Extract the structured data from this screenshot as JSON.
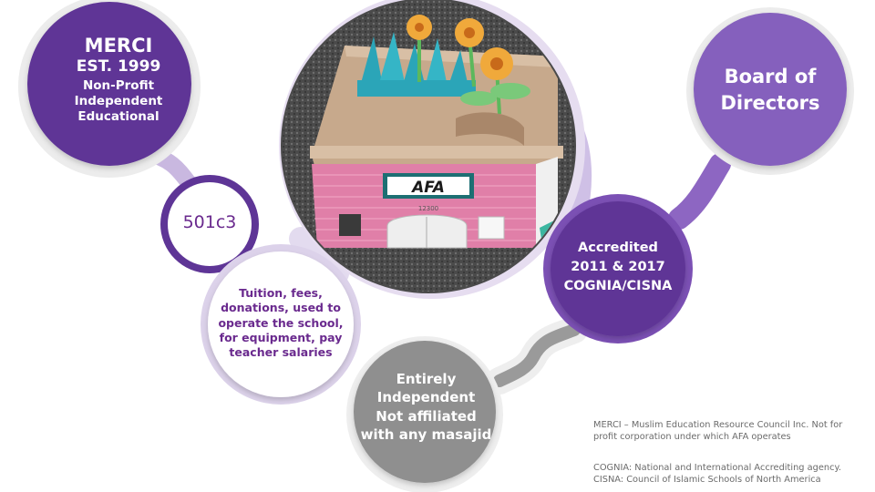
{
  "merci": {
    "title": "MERCI",
    "est": "EST. 1999",
    "line1": "Non-Profit",
    "line2": "Independent",
    "line3": "Educational"
  },
  "tax_status": {
    "label": "501c3"
  },
  "funding": {
    "line1": "Tuition, fees,",
    "line2": "donations, used to",
    "line3": "operate the school,",
    "line4": "for equipment, pay",
    "line5": "teacher salaries"
  },
  "photo": {
    "sign": "AFA",
    "number": "12300"
  },
  "board": {
    "line1": "Board of",
    "line2": "Directors"
  },
  "accreditation": {
    "line1": "Accredited",
    "line2": "2011 & 2017",
    "line3": "COGNIA/CISNA"
  },
  "independence": {
    "line1": "Entirely",
    "line2": "Independent",
    "line3": "Not affiliated",
    "line4": "with any masajid"
  },
  "notes": {
    "merci_line1": "MERCI – Muslim Education Resource Council Inc. Not for",
    "merci_line2": "profit corporation under which AFA operates",
    "cognia": "COGNIA: National and International Accrediting agency.",
    "cisna": "CISNA: Council of Islamic Schools of North America"
  },
  "colors": {
    "dark_purple": "#5e3596",
    "mid_purple": "#7b50b4",
    "lavender": "#c9b8e0",
    "ring": "#eeeeee",
    "gray": "#8f8f8f",
    "text_purple": "#6a2a8e"
  }
}
